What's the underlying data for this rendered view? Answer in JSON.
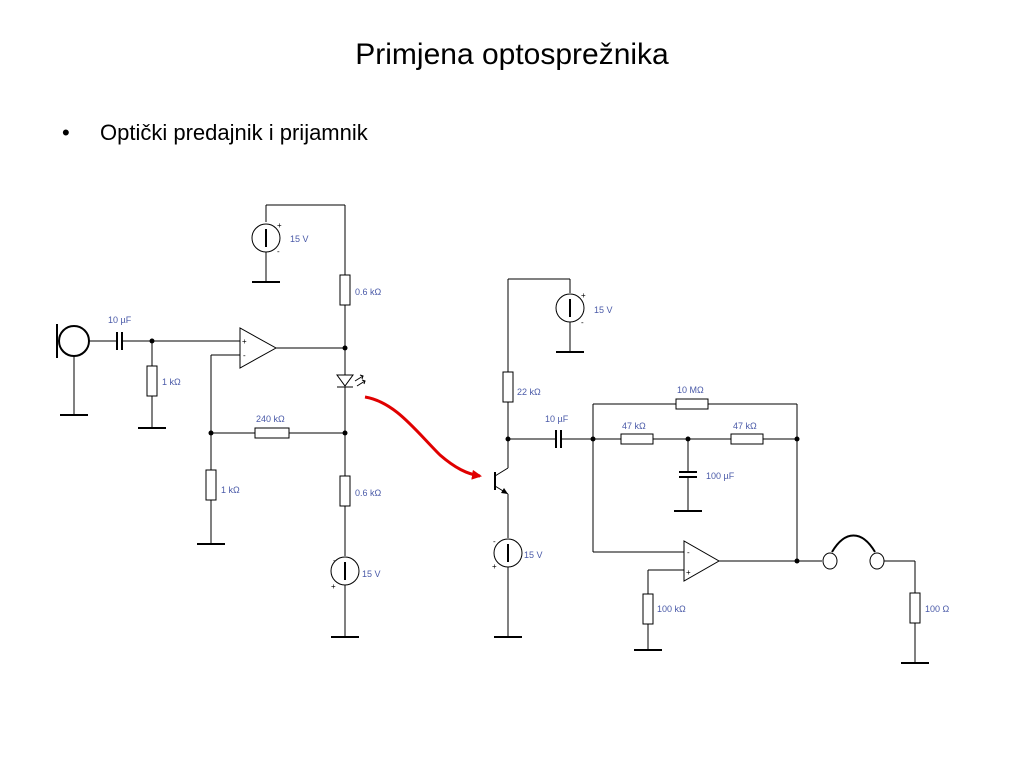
{
  "slide": {
    "title": "Primjena optosprežnika",
    "bullet_symbol": "•",
    "bullet_text": "Optički predajnik i prijamnik"
  },
  "labels": {
    "vcc_top_left": "15 V",
    "r_top_left": "0.6 kΩ",
    "c_input": "10 µF",
    "r_input": "1 kΩ",
    "r_feedback": "240 kΩ",
    "r_gain": "1 kΩ",
    "r_bottom_left": "0.6 kΩ",
    "vee_bottom_left": "15 V",
    "vcc_right": "15 V",
    "r_collector": "22 kΩ",
    "c_coupling": "10 µF",
    "r_10m": "10 MΩ",
    "r_47k_a": "47 kΩ",
    "r_47k_b": "47 kΩ",
    "c_100u": "100 µF",
    "vee_emitter": "15 V",
    "r_100k": "100 kΩ",
    "r_load": "100 Ω"
  },
  "symbols": {
    "plus": "+",
    "minus": "-"
  },
  "colors": {
    "wire": "#000000",
    "label": "#4a5aa8",
    "optical_link": "#e00000"
  }
}
